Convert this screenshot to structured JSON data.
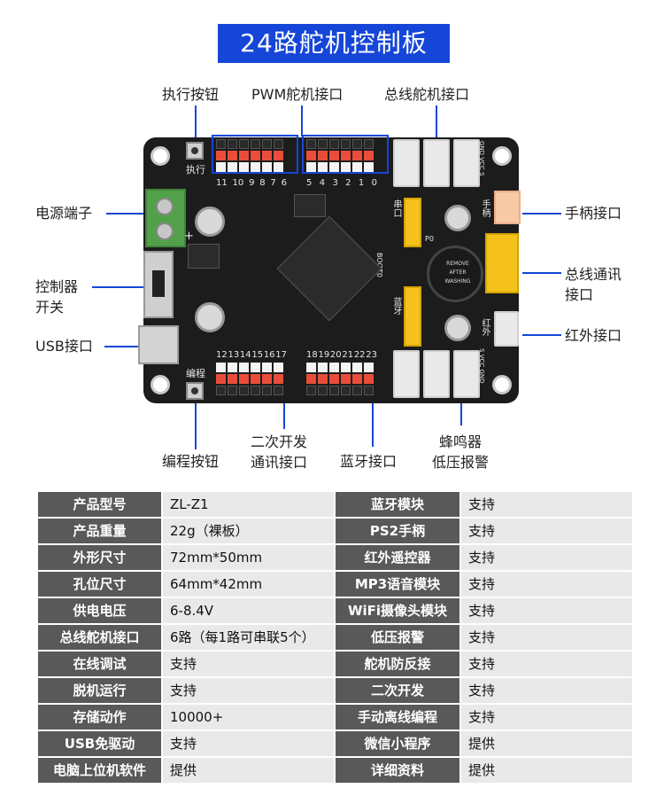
{
  "title": "24路舵机控制板",
  "callouts": {
    "exec_button": "执行按钮",
    "pwm_port": "PWM舵机接口",
    "bus_servo_port": "总线舵机接口",
    "power_terminal": "电源端子",
    "controller_switch_1": "控制器",
    "controller_switch_2": "开关",
    "usb_port": "USB接口",
    "gamepad_port": "手柄接口",
    "bus_comm_1": "总线通讯",
    "bus_comm_2": "接口",
    "ir_port": "红外接口",
    "program_button": "编程按钮",
    "dev_comm_1": "二次开发",
    "dev_comm_2": "通讯接口",
    "bluetooth_port": "蓝牙接口",
    "buzzer_1": "蜂鸣器",
    "buzzer_2": "低压报警"
  },
  "board_silk": {
    "exec": "执行",
    "program": "编程",
    "gamepad": "手柄",
    "ir": "红外",
    "bluetooth": "蓝牙",
    "serial": "串口",
    "boot": "BOOT0",
    "p0": "P0",
    "gnd_vcc_s_top": "GND VCC S",
    "gnd_vcc_s_bottom": "S VCC GND",
    "plus": "+",
    "buzzer_text_1": "REMOVE",
    "buzzer_text_2": "AFTER",
    "buzzer_text_3": "WASHING",
    "top_pins_left": [
      "11",
      "10",
      "9",
      "8",
      "7",
      "6"
    ],
    "top_pins_right": [
      "5",
      "4",
      "3",
      "2",
      "1",
      "0"
    ],
    "bottom_pins_left": [
      "12",
      "13",
      "14",
      "15",
      "16",
      "17"
    ],
    "bottom_pins_right": [
      "18",
      "19",
      "20",
      "21",
      "22",
      "23"
    ]
  },
  "specs": [
    {
      "k1": "产品型号",
      "v1": "ZL-Z1",
      "k2": "蓝牙模块",
      "v2": "支持"
    },
    {
      "k1": "产品重量",
      "v1": "22g（裸板）",
      "k2": "PS2手柄",
      "v2": "支持"
    },
    {
      "k1": "外形尺寸",
      "v1": "72mm*50mm",
      "k2": "红外遥控器",
      "v2": "支持"
    },
    {
      "k1": "孔位尺寸",
      "v1": "64mm*42mm",
      "k2": "MP3语音模块",
      "v2": "支持"
    },
    {
      "k1": "供电电压",
      "v1": "6-8.4V",
      "k2": "WiFi摄像头模块",
      "v2": "支持"
    },
    {
      "k1": "总线舵机接口",
      "v1": "6路（每1路可串联5个）",
      "k2": "低压报警",
      "v2": "支持"
    },
    {
      "k1": "在线调试",
      "v1": "支持",
      "k2": "舵机防反接",
      "v2": "支持"
    },
    {
      "k1": "脱机运行",
      "v1": "支持",
      "k2": "二次开发",
      "v2": "支持"
    },
    {
      "k1": "存储动作",
      "v1": "10000+",
      "k2": "手动离线编程",
      "v2": "支持"
    },
    {
      "k1": "USB免驱动",
      "v1": "支持",
      "k2": "微信小程序",
      "v2": "提供"
    },
    {
      "k1": "电脑上位机软件",
      "v1": "提供",
      "k2": "详细资料",
      "v2": "提供"
    }
  ],
  "colors": {
    "accent": "#1646d8",
    "board": "#1c1c1c",
    "key_cell": "#595959",
    "value_cell": "#e9e9e9"
  }
}
